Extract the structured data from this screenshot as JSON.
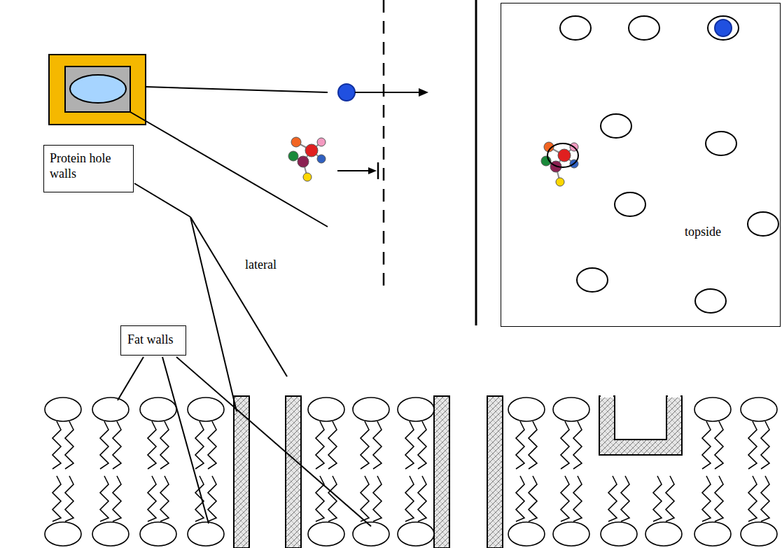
{
  "diagram": {
    "nodes": [
      {
        "text": [
          "topside"
        ]
      },
      {
        "text": [
          "Protein hole walls"
        ]
      },
      {
        "text": [
          "Fat walls"
        ]
      }
    ],
    "labels": [
      "lateral"
    ]
  }
}
